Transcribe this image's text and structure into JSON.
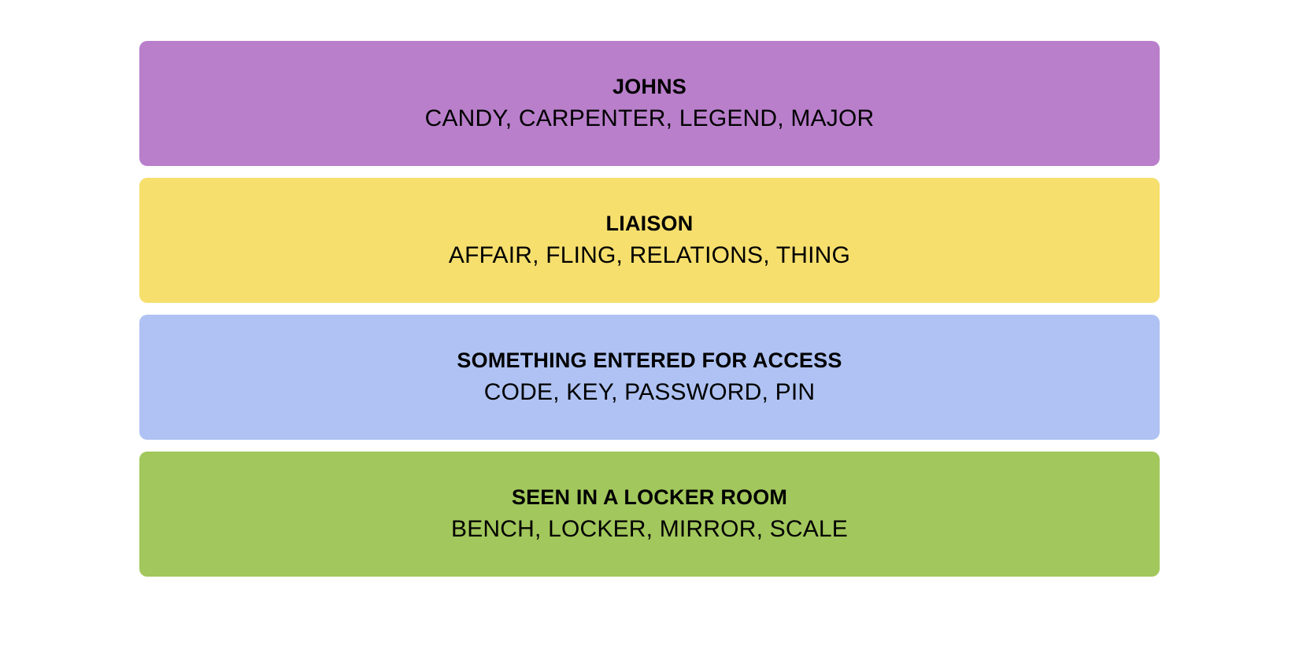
{
  "board": {
    "name": "connections-solution-board",
    "background_color": "#FFFFFF",
    "text_color": "#000000",
    "groups": [
      {
        "title": "JOHNS",
        "members": "CANDY, CARPENTER, LEGEND, MAJOR",
        "color": "#B97FCB",
        "difficulty": "purple"
      },
      {
        "title": "LIAISON",
        "members": "AFFAIR, FLING, RELATIONS, THING",
        "color": "#F6DF6D",
        "difficulty": "yellow"
      },
      {
        "title": "SOMETHING ENTERED FOR ACCESS",
        "members": "CODE, KEY, PASSWORD, PIN",
        "color": "#AFC2F3",
        "difficulty": "blue"
      },
      {
        "title": "SEEN IN A LOCKER ROOM",
        "members": "BENCH, LOCKER, MIRROR, SCALE",
        "color": "#A2C75C",
        "difficulty": "green"
      }
    ]
  }
}
